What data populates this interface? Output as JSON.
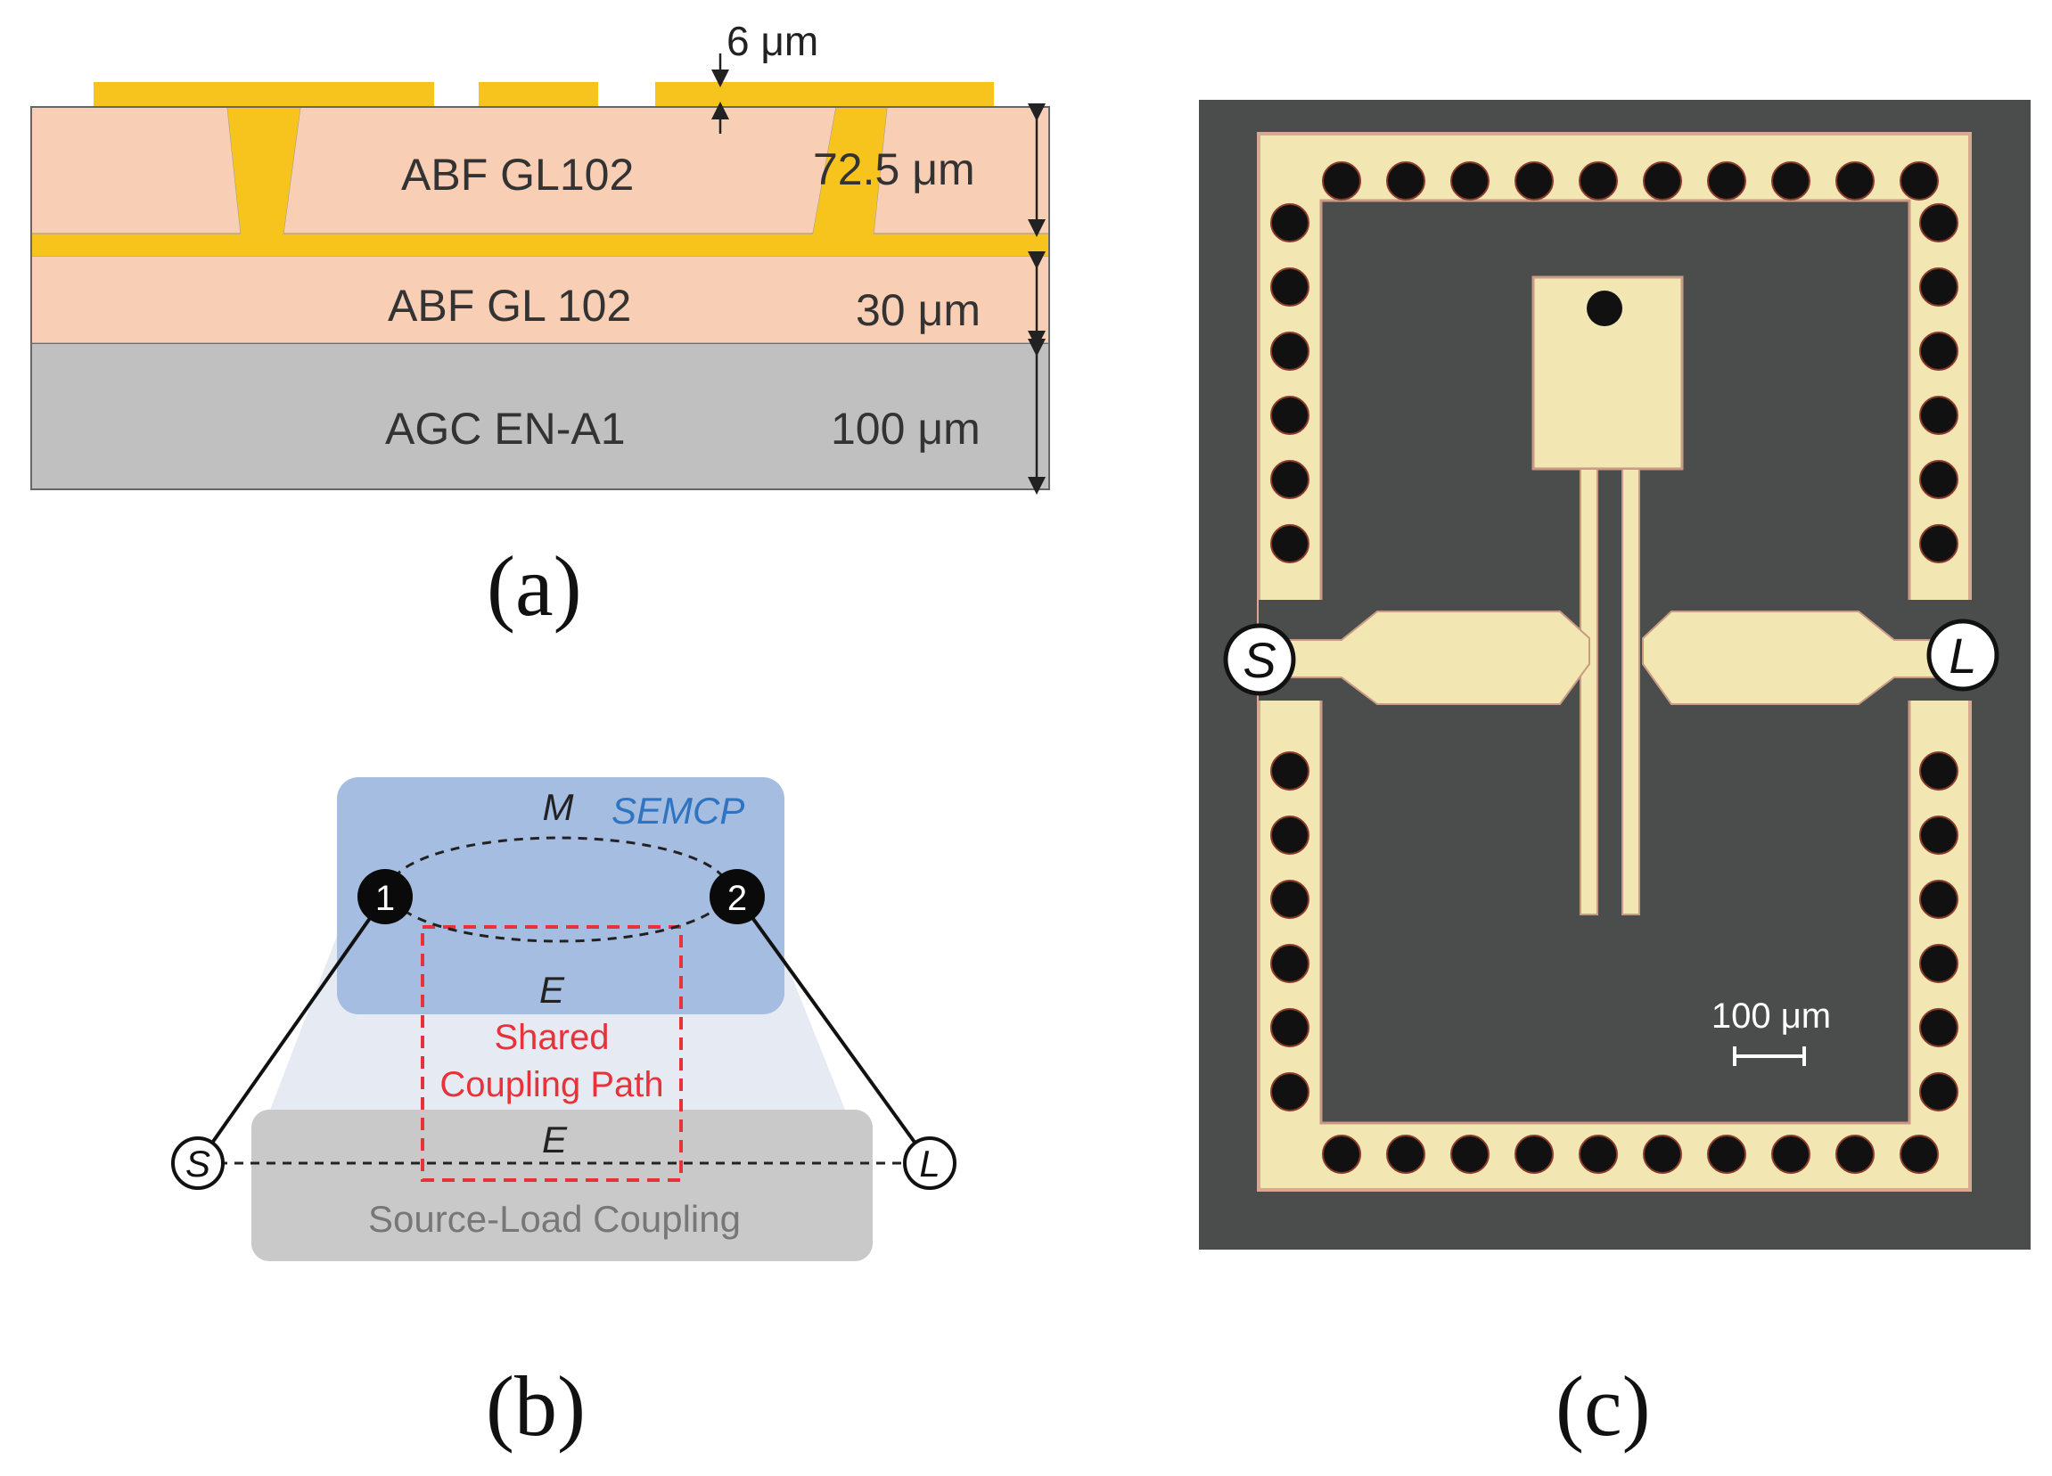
{
  "panel_a": {
    "caption": "(a)",
    "top_metal_thickness": "6 μm",
    "layers": [
      {
        "name": "ABF GL102",
        "thickness": "72.5 μm"
      },
      {
        "name": "ABF GL 102",
        "thickness": "30 μm"
      },
      {
        "name": "AGC EN-A1",
        "thickness": "100 μm"
      }
    ]
  },
  "panel_b": {
    "caption": "(b)",
    "semcp_label": "SEMCP",
    "m_label": "M",
    "node1": "1",
    "node2": "2",
    "e_upper": "E",
    "shared_line1": "Shared",
    "shared_line2": "Coupling Path",
    "e_lower": "E",
    "source": "S",
    "load": "L",
    "source_load_label": "Source-Load Coupling"
  },
  "panel_c": {
    "caption": "(c)",
    "source": "S",
    "load": "L",
    "scale_bar": "100 μm"
  },
  "colors": {
    "gold": "#f7c31d",
    "abf": "#f8cfb4",
    "glass": "#c0c0c0",
    "semcp_blue": "#a6bde2",
    "shared_red": "#e8323a",
    "chip_background": "#4b4d4c",
    "chip_metal": "#f2e6b2"
  }
}
